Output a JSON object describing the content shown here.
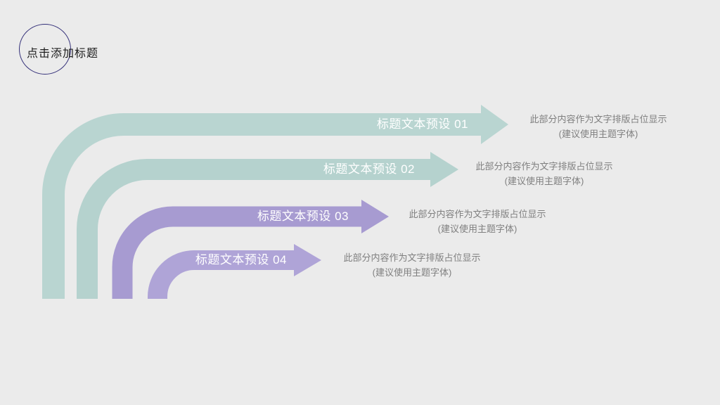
{
  "title": {
    "text": "点击添加标题"
  },
  "colors": {
    "background": "#ebebeb",
    "arrow1": "#b9d5d1",
    "arrow2": "#b5d2ce",
    "arrow3": "#a79bd1",
    "arrow4": "#afa4d7",
    "label_text": "#ffffff",
    "desc_text": "#7f7f7f",
    "title_circle": "#343079",
    "title_text": "#1c1c1c"
  },
  "items": [
    {
      "label": "标题文本预设 01",
      "desc_line1": "此部分内容作为文字排版占位显示",
      "desc_line2": "(建议使用主题字体)"
    },
    {
      "label": "标题文本预设 02",
      "desc_line1": "此部分内容作为文字排版占位显示",
      "desc_line2": "(建议使用主题字体)"
    },
    {
      "label": "标题文本预设 03",
      "desc_line1": "此部分内容作为文字排版占位显示",
      "desc_line2": "(建议使用主题字体)"
    },
    {
      "label": "标题文本预设 04",
      "desc_line1": "此部分内容作为文字排版占位显示",
      "desc_line2": "(建议使用主题字体)"
    }
  ]
}
